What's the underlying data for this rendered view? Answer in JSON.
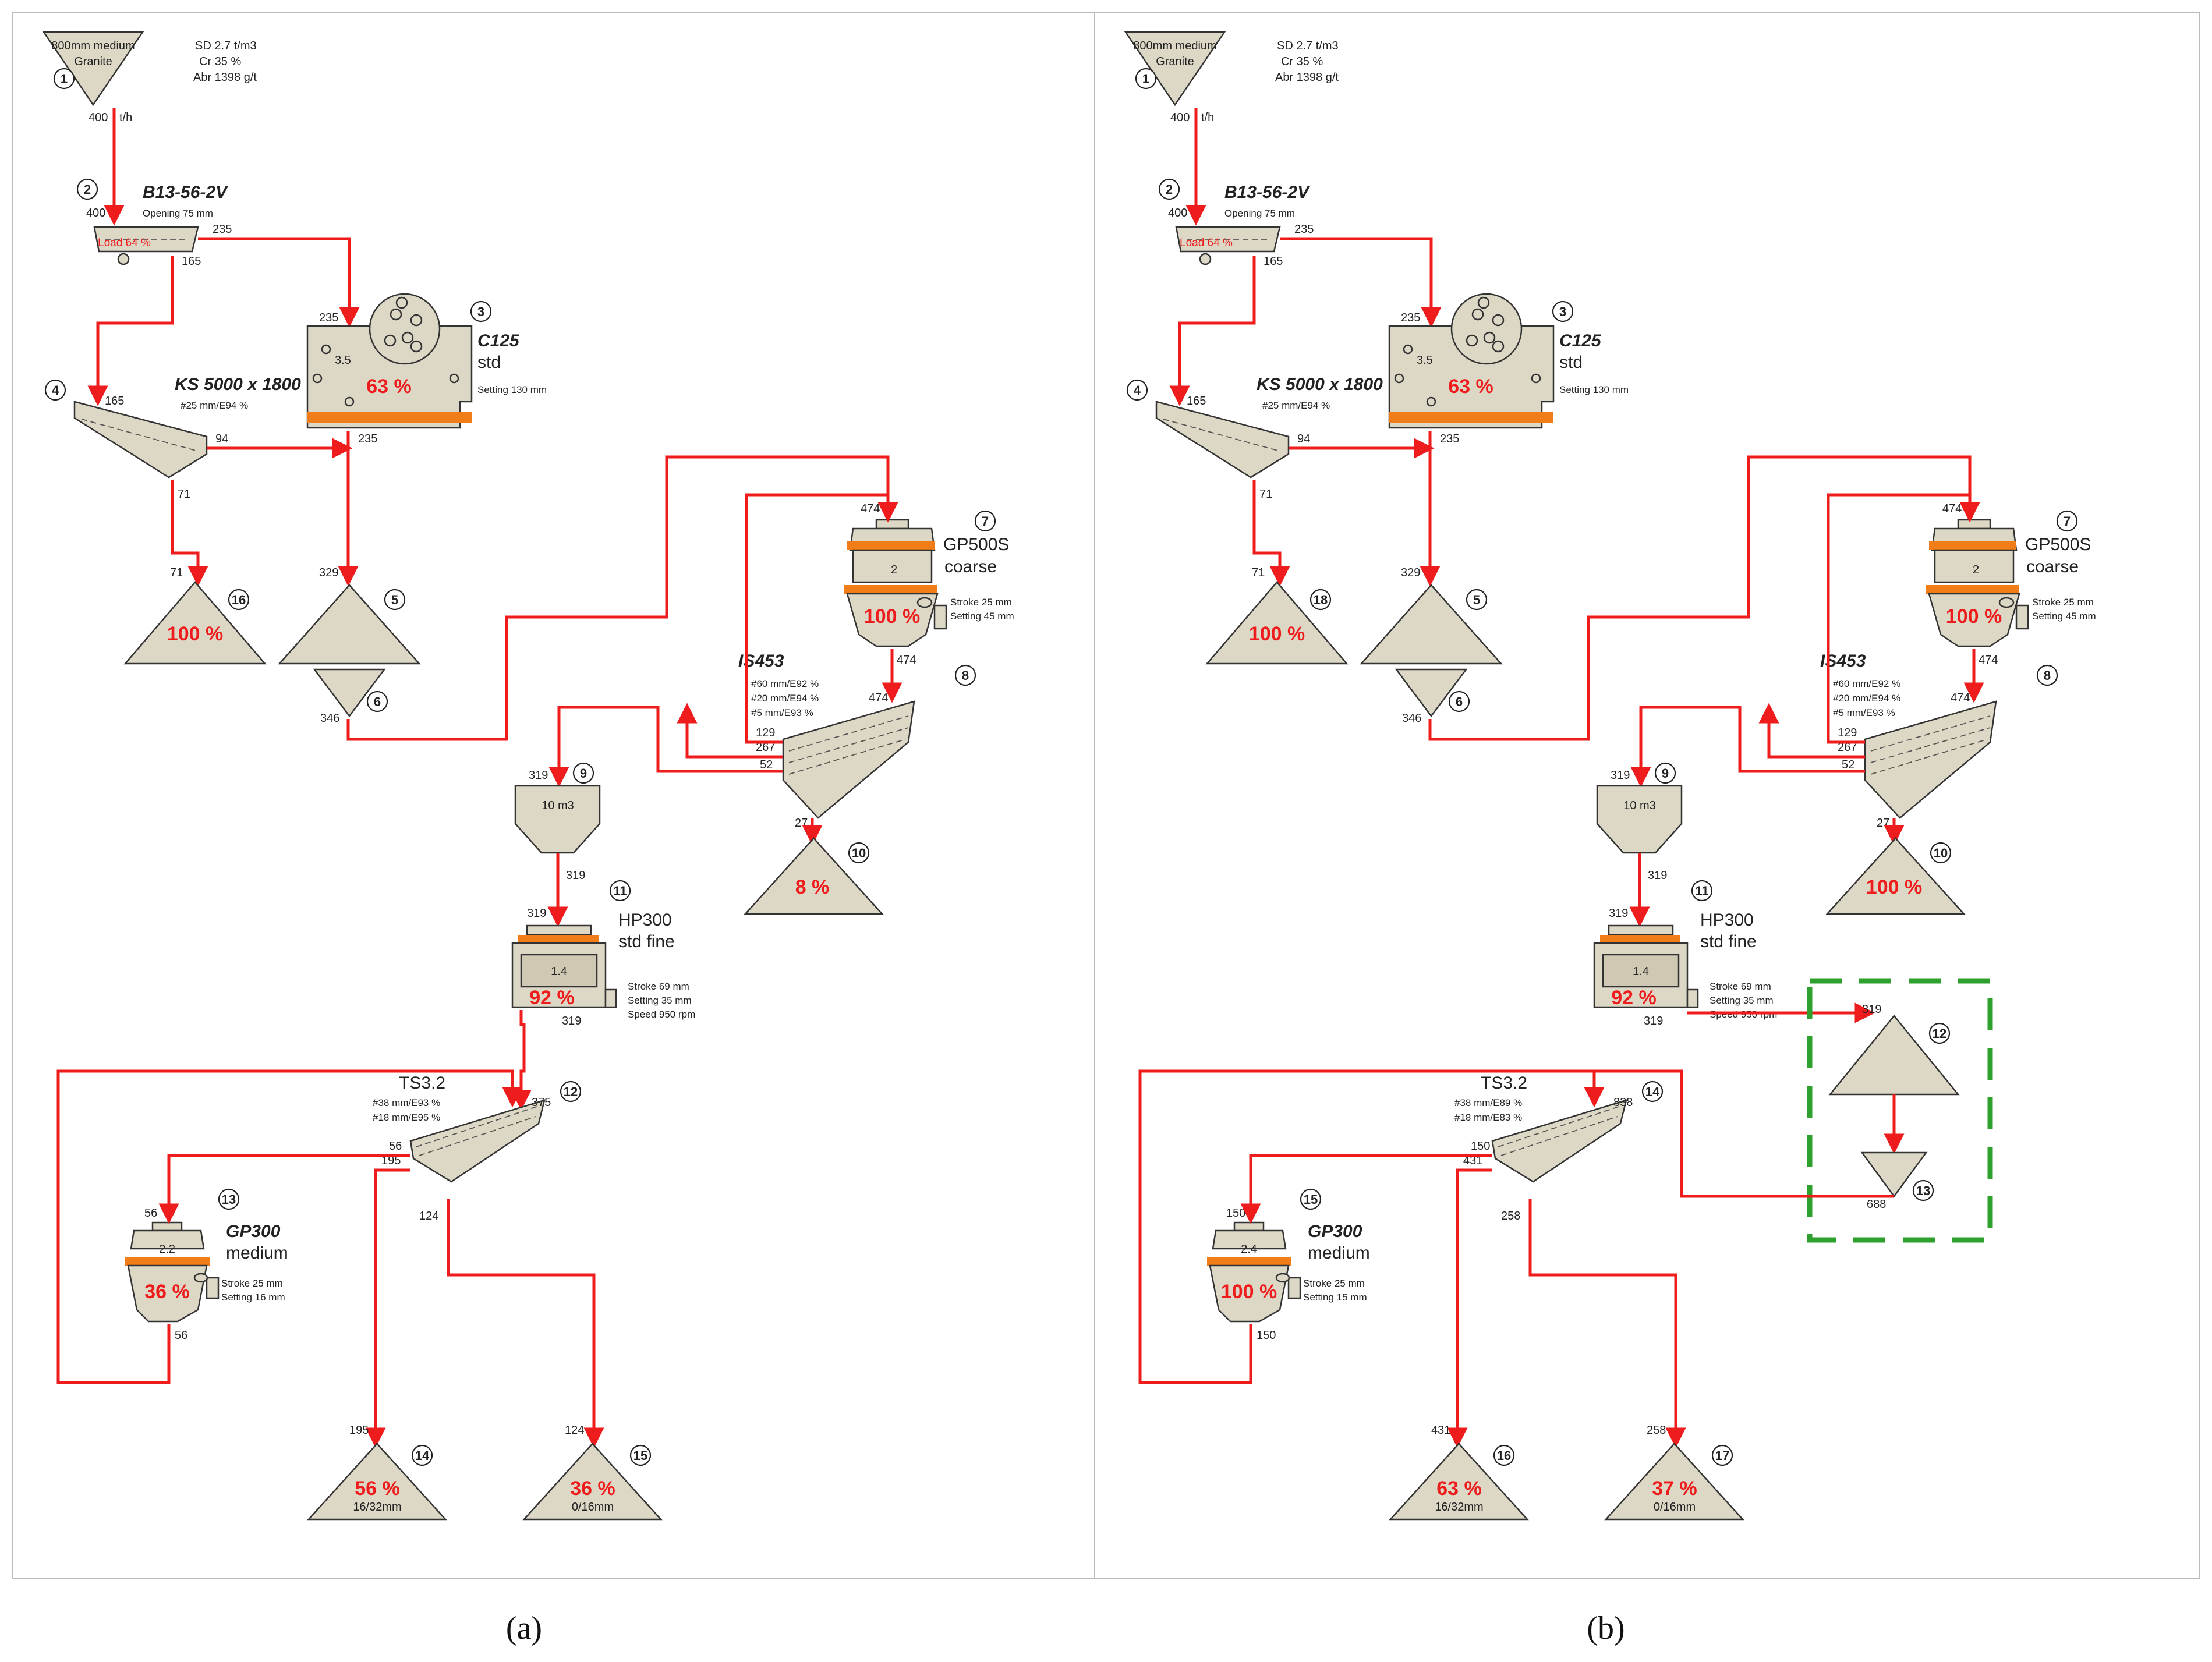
{
  "panels": [
    {
      "caption": "(a)",
      "feed": {
        "badge": "1",
        "label1": "800mm medium",
        "label2": "Granite",
        "props": [
          "SD 2.7 t/m3",
          "Cr 35 %",
          "Abr 1398 g/t"
        ],
        "rate": "400",
        "unit": "t/h"
      },
      "feeder": {
        "badge": "2",
        "name": "B13-56-2V",
        "sub": "Opening 75 mm",
        "load": "Load 64 %",
        "in": "400",
        "out_top": "235",
        "out_bot": "165"
      },
      "jaw": {
        "badge": "3",
        "name": "C125",
        "name2": "std",
        "ratio": "3.5",
        "pct": "63 %",
        "setting": "Setting 130 mm",
        "in": "235",
        "out": "235"
      },
      "scalp": {
        "badge": "4",
        "name": "KS 5000 x 1800",
        "deck": "#25 mm/E94 %",
        "in": "165",
        "over": "94",
        "under": "71"
      },
      "stock_left": {
        "badge": "16",
        "pct": "100 %",
        "in": "71"
      },
      "pile": {
        "badge": "5",
        "in": "329"
      },
      "feeder6": {
        "badge": "6",
        "out": "346"
      },
      "cone1": {
        "badge": "7",
        "name": "GP500S",
        "name2": "coarse",
        "ratio": "2",
        "pct": "100 %",
        "settings": [
          "Stroke 25 mm",
          "Setting 45 mm"
        ],
        "in": "474",
        "out": "474"
      },
      "screen2": {
        "badge": "8",
        "name": "IS453",
        "decks": [
          "#60 mm/E92 %",
          "#20 mm/E94 %",
          "#5 mm/E93 %"
        ],
        "in": "474",
        "f1": "129",
        "f2": "267",
        "f3": "52",
        "f4": "27"
      },
      "bin": {
        "badge": "9",
        "label": "10 m3",
        "in": "319",
        "out": "319"
      },
      "fines": {
        "badge": "10",
        "pct": "8 %"
      },
      "cone2": {
        "badge": "11",
        "name": "HP300",
        "name2": "std fine",
        "ratio": "1.4",
        "pct": "92 %",
        "settings": [
          "Stroke 69 mm",
          "Setting 35 mm",
          "Speed 950 rpm"
        ],
        "in": "319",
        "out": "319"
      },
      "screen3": {
        "badge": "12",
        "name": "TS3.2",
        "decks": [
          "#38 mm/E93 %",
          "#18 mm/E95 %"
        ],
        "in": "375",
        "f1": "56",
        "f2": "195",
        "f3": "124"
      },
      "cone3": {
        "badge": "13",
        "name": "GP300",
        "name2": "medium",
        "ratio": "2.2",
        "pct": "36 %",
        "settings": [
          "Stroke 25 mm",
          "Setting 16 mm"
        ],
        "in": "56",
        "out": "56"
      },
      "prod1": {
        "badge": "14",
        "pct": "56 %",
        "label": "16/32mm",
        "in": "195"
      },
      "prod2": {
        "badge": "15",
        "pct": "36 %",
        "label": "0/16mm",
        "in": "124"
      }
    },
    {
      "caption": "(b)",
      "feed": {
        "badge": "1",
        "label1": "800mm medium",
        "label2": "Granite",
        "props": [
          "SD 2.7 t/m3",
          "Cr 35 %",
          "Abr 1398 g/t"
        ],
        "rate": "400",
        "unit": "t/h"
      },
      "feeder": {
        "badge": "2",
        "name": "B13-56-2V",
        "sub": "Opening 75 mm",
        "load": "Load 64 %",
        "in": "400",
        "out_top": "235",
        "out_bot": "165"
      },
      "jaw": {
        "badge": "3",
        "name": "C125",
        "name2": "std",
        "ratio": "3.5",
        "pct": "63 %",
        "setting": "Setting 130 mm",
        "in": "235",
        "out": "235"
      },
      "scalp": {
        "badge": "4",
        "name": "KS 5000 x 1800",
        "deck": "#25 mm/E94 %",
        "in": "165",
        "over": "94",
        "under": "71"
      },
      "stock_left": {
        "badge": "18",
        "pct": "100 %",
        "in": "71"
      },
      "pile": {
        "badge": "5",
        "in": "329"
      },
      "feeder6": {
        "badge": "6",
        "out": "346"
      },
      "cone1": {
        "badge": "7",
        "name": "GP500S",
        "name2": "coarse",
        "ratio": "2",
        "pct": "100 %",
        "settings": [
          "Stroke 25 mm",
          "Setting 45 mm"
        ],
        "in": "474",
        "out": "474"
      },
      "screen2": {
        "badge": "8",
        "name": "IS453",
        "decks": [
          "#60 mm/E92 %",
          "#20 mm/E94 %",
          "#5 mm/E93 %"
        ],
        "in": "474",
        "f1": "129",
        "f2": "267",
        "f3": "52",
        "f4": "27"
      },
      "bin": {
        "badge": "9",
        "label": "10 m3",
        "in": "319",
        "out": "319"
      },
      "fines": {
        "badge": "10",
        "pct": "100 %"
      },
      "cone2": {
        "badge": "11",
        "name": "HP300",
        "name2": "std fine",
        "ratio": "1.4",
        "pct": "92 %",
        "settings": [
          "Stroke 69 mm",
          "Setting 35 mm",
          "Speed 950 rpm"
        ],
        "in": "319",
        "out": "319"
      },
      "pile2": {
        "badge": "12",
        "in": "319"
      },
      "feeder13": {
        "badge": "13",
        "out": "688"
      },
      "screen3": {
        "badge": "14",
        "name": "TS3.2",
        "decks": [
          "#38 mm/E89 %",
          "#18 mm/E83 %"
        ],
        "in": "838",
        "f1": "150",
        "f2": "431",
        "f3": "258"
      },
      "cone3": {
        "badge": "15",
        "name": "GP300",
        "name2": "medium",
        "ratio": "2.4",
        "pct": "100 %",
        "settings": [
          "Stroke 25 mm",
          "Setting 15 mm"
        ],
        "in": "150",
        "out": "150"
      },
      "prod1": {
        "badge": "16",
        "pct": "63 %",
        "label": "16/32mm",
        "in": "431"
      },
      "prod2": {
        "badge": "17",
        "pct": "37 %",
        "label": "0/16mm",
        "in": "258"
      }
    }
  ]
}
